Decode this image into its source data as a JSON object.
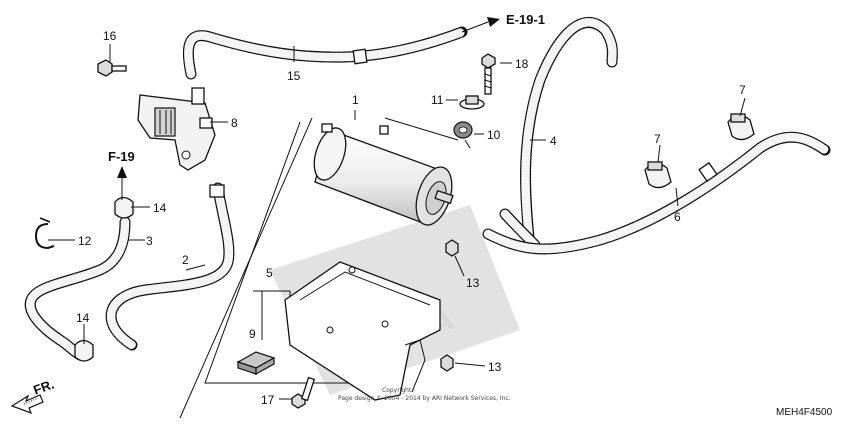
{
  "diagram": {
    "code": "MEH4F4500",
    "references": {
      "e191": "E-19-1",
      "f19": "F-19",
      "fr": "FR."
    },
    "copyright_lines": [
      "Copyright",
      "Page design © 2004 - 2014 by ARI Network Services, Inc."
    ],
    "part_numbers": [
      "1",
      "2",
      "3",
      "4",
      "5",
      "6",
      "7",
      "7",
      "8",
      "9",
      "10",
      "11",
      "12",
      "13",
      "13",
      "14",
      "14",
      "15",
      "16",
      "17",
      "18"
    ]
  }
}
